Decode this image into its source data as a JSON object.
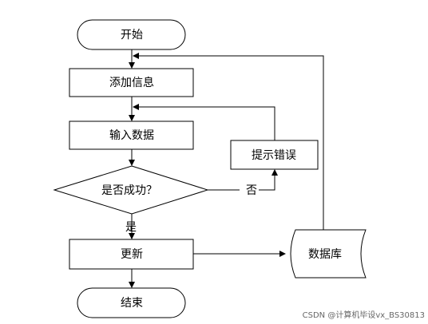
{
  "nodes": {
    "start": "开始",
    "add_info": "添加信息",
    "input_data": "输入数据",
    "decision": "是否成功？",
    "error": "提示错误",
    "update": "更新",
    "end": "结束",
    "database": "数据库"
  },
  "edges": {
    "yes": "是",
    "no": "否"
  },
  "watermark": "CSDN @计算机毕设vx_BS30813"
}
